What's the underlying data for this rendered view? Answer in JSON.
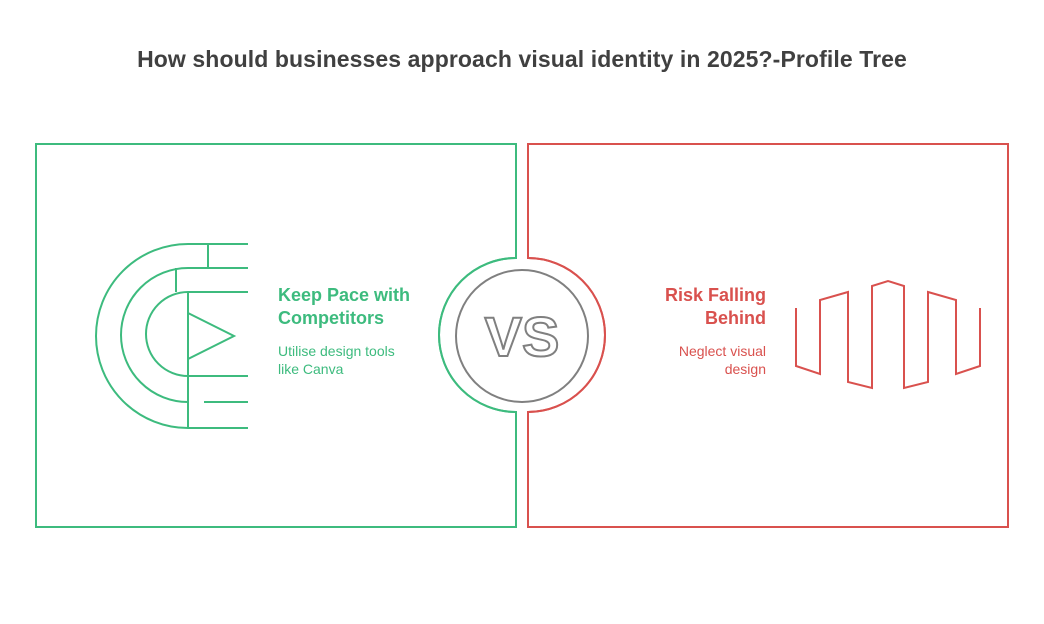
{
  "title": "How should businesses approach visual identity in 2025?-Profile Tree",
  "colors": {
    "left": "#3dbb7e",
    "right": "#d9514e",
    "vs_circle": "#808080",
    "title": "#404040"
  },
  "left_panel": {
    "heading_line1": "Keep Pace with",
    "heading_line2": "Competitors",
    "desc_line1": "Utilise design tools",
    "desc_line2": "like Canva",
    "icon": "target-arrow-icon"
  },
  "vs": {
    "label": "VS"
  },
  "right_panel": {
    "heading_line1": "Risk Falling",
    "heading_line2": "Behind",
    "desc_line1": "Neglect visual",
    "desc_line2": "design",
    "icon": "falling-wave-icon"
  }
}
